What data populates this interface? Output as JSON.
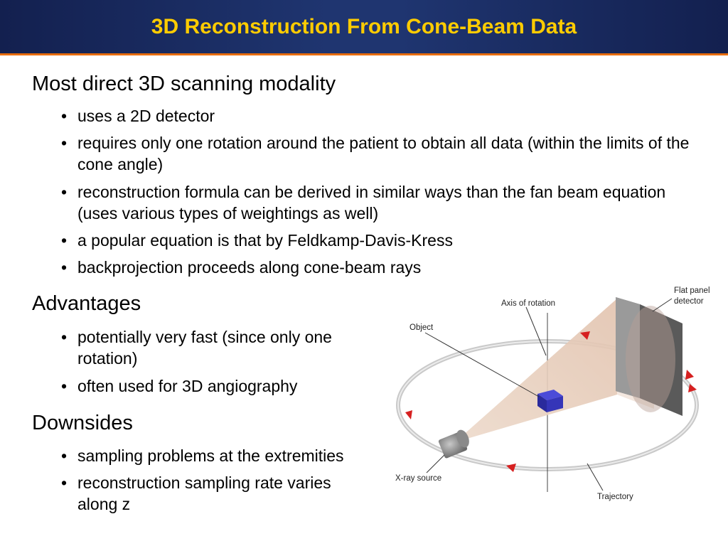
{
  "header": {
    "title": "3D Reconstruction From Cone-Beam Data"
  },
  "sections": [
    {
      "heading": "Most direct 3D scanning modality",
      "bullets": [
        "uses a 2D detector",
        "requires only one rotation around the patient to obtain all data (within the limits of the cone angle)",
        "reconstruction formula can be derived in similar ways than the fan beam equation (uses various types of weightings as well)",
        "a popular equation is that by Feldkamp-Davis-Kress",
        "backprojection proceeds along cone-beam rays"
      ]
    },
    {
      "heading": "Advantages",
      "bullets": [
        "potentially very fast (since only one rotation)",
        "often used for 3D angiography"
      ]
    },
    {
      "heading": "Downsides",
      "bullets": [
        "sampling problems at the extremities",
        "reconstruction sampling rate varies along z"
      ]
    }
  ],
  "figure": {
    "labels": {
      "axis": "Axis of rotation",
      "panel_line1": "Flat panel",
      "panel_line2": "detector",
      "object": "Object",
      "source": "X-ray source",
      "trajectory": "Trajectory"
    }
  },
  "colors": {
    "header_bg": "#1f3570",
    "title": "#ffcc00",
    "rule": "#e86d0c"
  }
}
